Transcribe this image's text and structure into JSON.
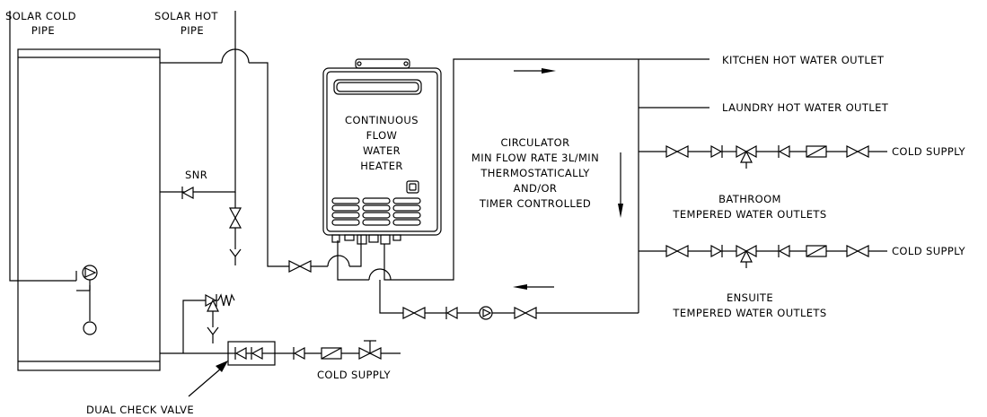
{
  "labels": {
    "solar_cold_pipe": [
      "SOLAR COLD",
      "PIPE"
    ],
    "solar_hot_pipe": [
      "SOLAR HOT",
      "PIPE"
    ],
    "heater": [
      "CONTINUOUS",
      "FLOW",
      "WATER",
      "HEATER"
    ],
    "kitchen_outlet": "KITCHEN HOT WATER OUTLET",
    "laundry_outlet": "LAUNDRY HOT WATER OUTLET",
    "circulator": [
      "CIRCULATOR",
      "MIN FLOW RATE 3L/MIN",
      "THERMOSTATICALLY",
      "AND/OR",
      "TIMER CONTROLLED"
    ],
    "cold_supply_bathroom": "COLD SUPPLY",
    "cold_supply_ensuite": "COLD SUPPLY",
    "cold_supply_tank": "COLD SUPPLY",
    "bathroom_outlets": [
      "BATHROOM",
      "TEMPERED WATER OUTLETS"
    ],
    "ensuite_outlets": [
      "ENSUITE",
      "TEMPERED WATER OUTLETS"
    ],
    "snr": "SNR",
    "dual_check_valve": "DUAL CHECK VALVE"
  }
}
